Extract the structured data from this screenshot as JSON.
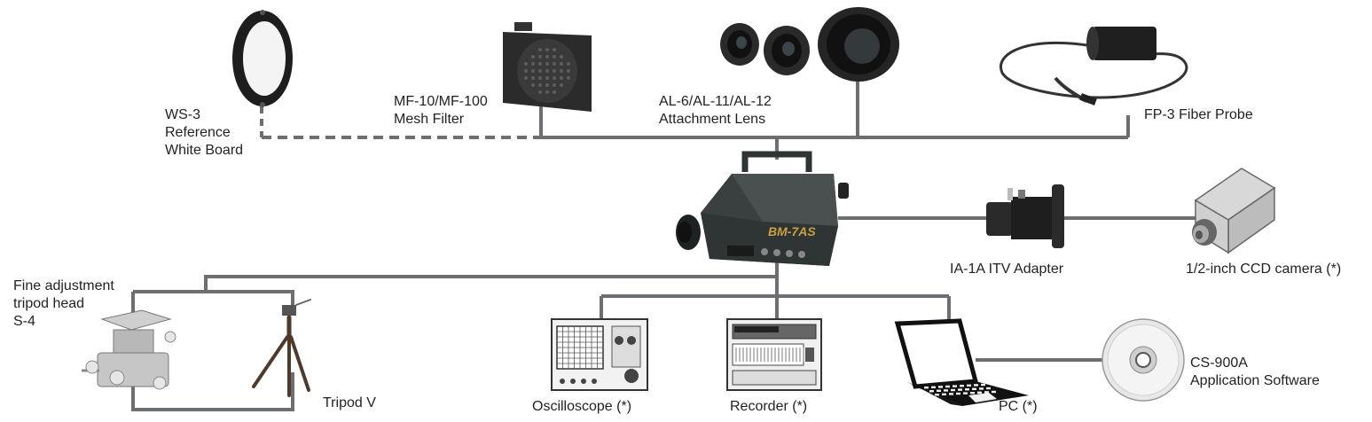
{
  "diagram": {
    "center_unit": {
      "model_text": "BM-7AS"
    },
    "components": {
      "ws3": {
        "lines": [
          "WS-3",
          "Reference",
          "White Board"
        ],
        "connection": "dashed"
      },
      "mf": {
        "lines": [
          "MF-10/MF-100",
          "Mesh Filter"
        ],
        "connection": "dashed"
      },
      "al": {
        "lines": [
          "AL-6/AL-11/AL-12",
          "Attachment Lens"
        ],
        "connection": "solid"
      },
      "fp3": {
        "lines": [
          "FP-3 Fiber Probe"
        ],
        "connection": "solid"
      },
      "ia1a": {
        "lines": [
          "IA-1A ITV Adapter"
        ],
        "connection": "solid"
      },
      "ccd": {
        "lines": [
          "1/2-inch CCD camera (*)"
        ],
        "connection": "solid"
      },
      "s4": {
        "lines": [
          "Fine adjustment",
          "tripod head",
          "S-4"
        ],
        "connection": "solid"
      },
      "tripod": {
        "lines": [
          "Tripod V"
        ],
        "connection": "solid"
      },
      "osc": {
        "lines": [
          "Oscilloscope (*)"
        ],
        "connection": "solid"
      },
      "rec": {
        "lines": [
          "Recorder (*)"
        ],
        "connection": "solid"
      },
      "pc": {
        "lines": [
          "PC (*)"
        ],
        "connection": "solid"
      },
      "cs900a": {
        "lines": [
          "CS-900A",
          "Application Software"
        ],
        "connection": "solid"
      }
    },
    "colors": {
      "line": "#6d6e71",
      "device_body": "#3a3f3f",
      "model_text": "#c8a040",
      "text": "#231f20"
    }
  }
}
